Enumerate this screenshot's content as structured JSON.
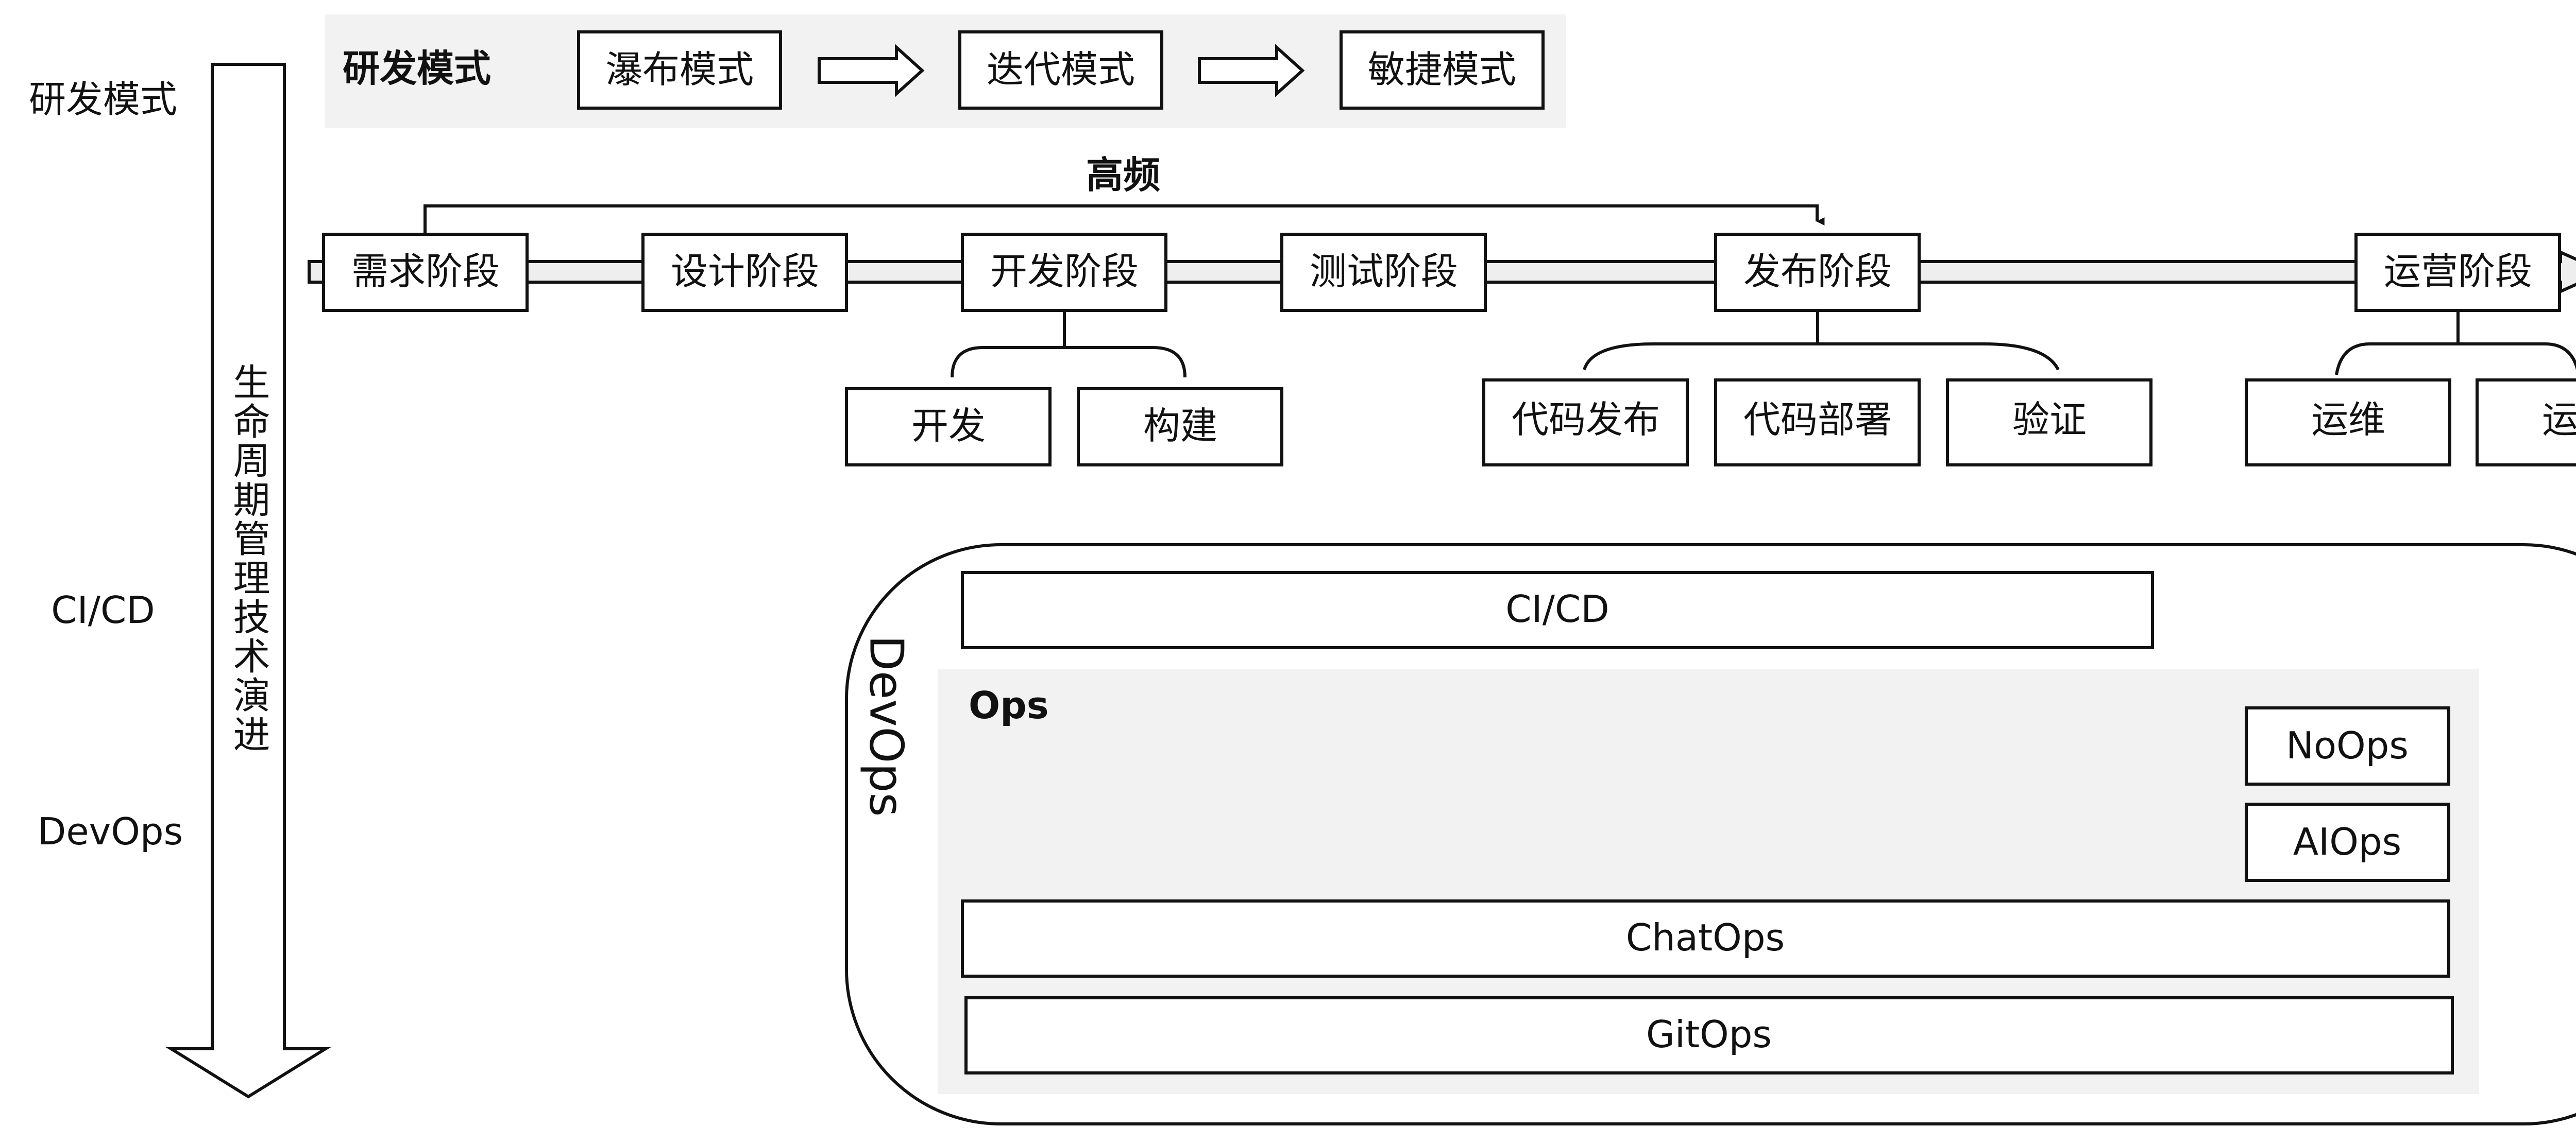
{
  "left_labels": {
    "dev_mode": "研发模式",
    "cicd": "CI/CD",
    "devops": "DevOps"
  },
  "lifecycle_arrow": {
    "label": "生命周期管理技术演进"
  },
  "dev_modes": {
    "title": "研发模式",
    "items": [
      "瀑布模式",
      "迭代模式",
      "敏捷模式"
    ]
  },
  "high_freq": "高频",
  "stages": [
    "需求阶段",
    "设计阶段",
    "开发阶段",
    "测试阶段",
    "发布阶段",
    "运营阶段"
  ],
  "sub_stages": {
    "dev": [
      "开发",
      "构建"
    ],
    "release": [
      "代码发布",
      "代码部署",
      "验证"
    ],
    "ops": [
      "运维",
      "运营"
    ]
  },
  "devops_panel": {
    "title": "DevOps",
    "cicd": "CI/CD",
    "ops_title": "Ops",
    "noops": "NoOps",
    "aiops": "AIOps",
    "chatops": "ChatOps",
    "gitops": "GitOps"
  },
  "colors": {
    "panel_grey": "#f2f2f2",
    "stroke": "#111111",
    "band": "#eeeeee"
  }
}
